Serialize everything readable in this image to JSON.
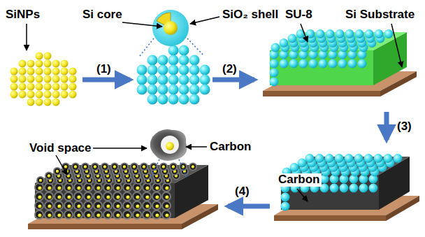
{
  "diagram": {
    "labels": [
      "SiNPs",
      "Si core",
      "SiO₂ shell",
      "SU-8",
      "Si Substrate",
      "(1)",
      "(2)",
      "Void space",
      "Carbon",
      "(3)",
      "Carbon",
      "(4)"
    ]
  }
}
